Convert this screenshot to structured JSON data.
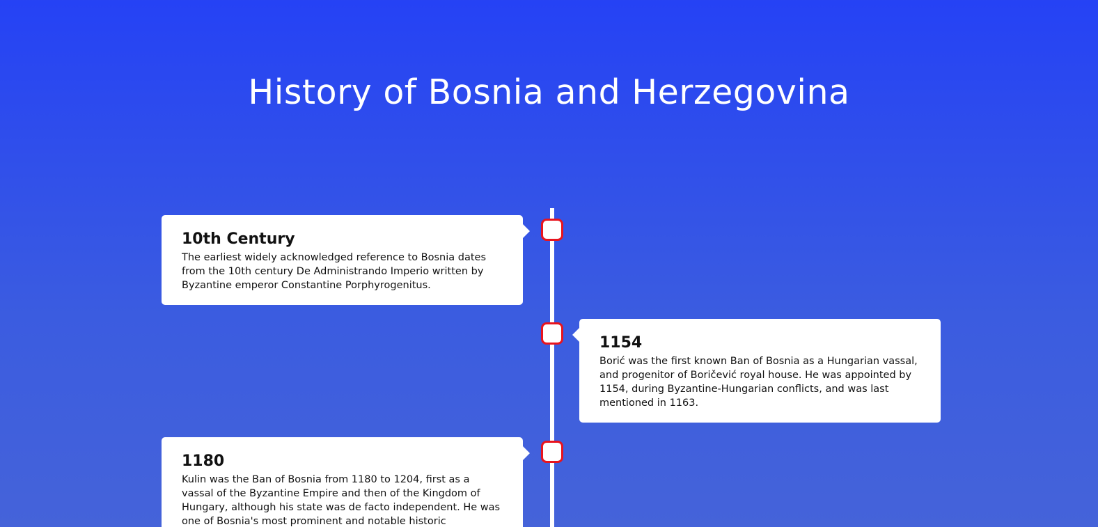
{
  "page": {
    "title": "History of Bosnia and Herzegovina"
  },
  "colors": {
    "background_top": "#2542f5",
    "background_bottom": "#4563d9",
    "marker_border": "#e8141e",
    "card_background": "#ffffff"
  },
  "timeline": {
    "events": [
      {
        "title": "10th Century",
        "text": "The earliest widely acknowledged reference to Bosnia dates from the 10th century De Administrando Imperio written by Byzantine emperor Constantine Porphyrogenitus."
      },
      {
        "title": "1154",
        "text": "Borić was the first known Ban of Bosnia as a Hungarian vassal, and progenitor of Boričević royal house. He was appointed by 1154, during Byzantine-Hungarian conflicts, and was last mentioned in 1163."
      },
      {
        "title": "1180",
        "text": "Kulin was the Ban of Bosnia from 1180 to 1204, first as a vassal of the Byzantine Empire and then of the Kingdom of Hungary, although his state was de facto independent. He was one of Bosnia's most prominent and notable historic"
      }
    ]
  }
}
